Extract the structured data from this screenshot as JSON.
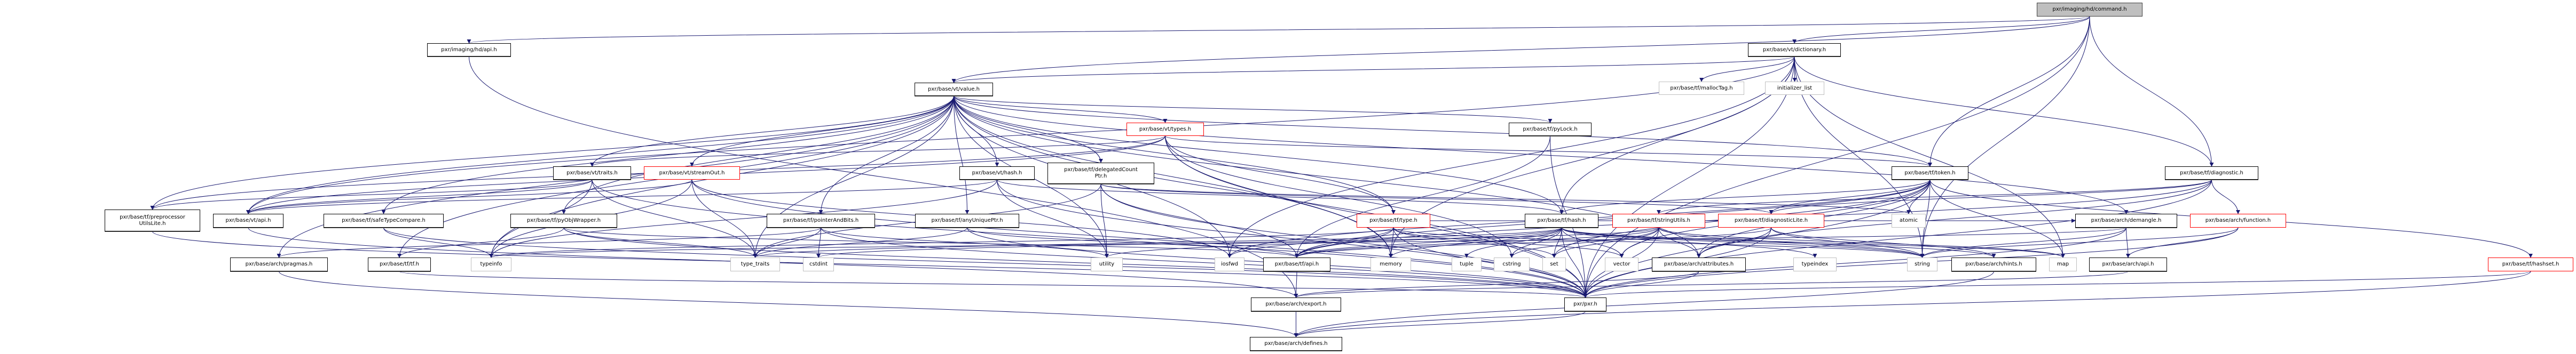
{
  "graph": {
    "title": "pxr/imaging/hd/command.h",
    "edge_color": "#191970",
    "node_styles": {
      "main": {
        "fill": "#bfbfbf",
        "border": "#404040"
      },
      "documented": {
        "fill": "#ffffff",
        "border": "#000000"
      },
      "truncated": {
        "fill": "#ffffff",
        "border": "#ff0000"
      },
      "external": {
        "fill": "#ffffff",
        "border": "#bfbfbf"
      }
    },
    "nodes": {
      "command": {
        "label": "pxr/imaging/hd/command.h",
        "kind": "main"
      },
      "hdapi": {
        "label": "pxr/imaging/hd/api.h",
        "kind": "documented"
      },
      "dictionary": {
        "label": "pxr/base/vt/dictionary.h",
        "kind": "documented"
      },
      "value": {
        "label": "pxr/base/vt/value.h",
        "kind": "documented"
      },
      "mallocTag": {
        "label": "pxr/base/tf/mallocTag.h",
        "kind": "external"
      },
      "initializer": {
        "label": "initializer_list",
        "kind": "external"
      },
      "types": {
        "label": "pxr/base/vt/types.h",
        "kind": "truncated"
      },
      "pyLock": {
        "label": "pxr/base/tf/pyLock.h",
        "kind": "documented"
      },
      "traits": {
        "label": "pxr/base/vt/traits.h",
        "kind": "documented"
      },
      "streamOut": {
        "label": "pxr/base/vt/streamOut.h",
        "kind": "truncated"
      },
      "vthash": {
        "label": "pxr/base/vt/hash.h",
        "kind": "documented"
      },
      "delegated": {
        "label": "pxr/base/tf/delegatedCount\nPtr.h",
        "kind": "documented"
      },
      "token": {
        "label": "pxr/base/tf/token.h",
        "kind": "documented"
      },
      "diagnostic": {
        "label": "pxr/base/tf/diagnostic.h",
        "kind": "documented"
      },
      "preproc": {
        "label": "pxr/base/tf/preprocessor\nUtilsLite.h",
        "kind": "documented"
      },
      "vtapi": {
        "label": "pxr/base/vt/api.h",
        "kind": "documented"
      },
      "safeType": {
        "label": "pxr/base/tf/safeTypeCompare.h",
        "kind": "documented"
      },
      "pyObj": {
        "label": "pxr/base/tf/pyObjWrapper.h",
        "kind": "documented"
      },
      "pointerAndBits": {
        "label": "pxr/base/tf/pointerAndBits.h",
        "kind": "documented"
      },
      "anyUnique": {
        "label": "pxr/base/tf/anyUniquePtr.h",
        "kind": "documented"
      },
      "tftype": {
        "label": "pxr/base/tf/type.h",
        "kind": "truncated"
      },
      "tfhash": {
        "label": "pxr/base/tf/hash.h",
        "kind": "documented"
      },
      "stringUtils": {
        "label": "pxr/base/tf/stringUtils.h",
        "kind": "truncated"
      },
      "diagLite": {
        "label": "pxr/base/tf/diagnosticLite.h",
        "kind": "truncated"
      },
      "atomic": {
        "label": "atomic",
        "kind": "external"
      },
      "demangle": {
        "label": "pxr/base/arch/demangle.h",
        "kind": "documented"
      },
      "function": {
        "label": "pxr/base/arch/function.h",
        "kind": "truncated"
      },
      "pragmas": {
        "label": "pxr/base/arch/pragmas.h",
        "kind": "documented"
      },
      "tftf": {
        "label": "pxr/base/tf/tf.h",
        "kind": "documented"
      },
      "typeinfo": {
        "label": "typeinfo",
        "kind": "external"
      },
      "type_traits": {
        "label": "type_traits",
        "kind": "external"
      },
      "cstdint": {
        "label": "cstdint",
        "kind": "external"
      },
      "utility": {
        "label": "utility",
        "kind": "external"
      },
      "iosfwd": {
        "label": "iosfwd",
        "kind": "external"
      },
      "tfapi": {
        "label": "pxr/base/tf/api.h",
        "kind": "documented"
      },
      "memory": {
        "label": "memory",
        "kind": "external"
      },
      "tuple": {
        "label": "tuple",
        "kind": "external"
      },
      "cstring": {
        "label": "cstring",
        "kind": "external"
      },
      "set": {
        "label": "set",
        "kind": "external"
      },
      "vector": {
        "label": "vector",
        "kind": "external"
      },
      "attributes": {
        "label": "pxr/base/arch/attributes.h",
        "kind": "documented"
      },
      "typeindex": {
        "label": "typeindex",
        "kind": "external"
      },
      "string": {
        "label": "string",
        "kind": "external"
      },
      "hints": {
        "label": "pxr/base/arch/hints.h",
        "kind": "documented"
      },
      "map": {
        "label": "map",
        "kind": "external"
      },
      "archapi": {
        "label": "pxr/base/arch/api.h",
        "kind": "documented"
      },
      "hashset": {
        "label": "pxr/base/tf/hashset.h",
        "kind": "truncated"
      },
      "export": {
        "label": "pxr/base/arch/export.h",
        "kind": "documented"
      },
      "pxr": {
        "label": "pxr/pxr.h",
        "kind": "documented"
      },
      "defines": {
        "label": "pxr/base/arch/defines.h",
        "kind": "documented"
      }
    },
    "edges": [
      [
        "command",
        "hdapi"
      ],
      [
        "command",
        "dictionary"
      ],
      [
        "command",
        "value"
      ],
      [
        "command",
        "token"
      ],
      [
        "command",
        "pxr"
      ],
      [
        "command",
        "diagnostic"
      ],
      [
        "command",
        "string"
      ],
      [
        "hdapi",
        "export"
      ],
      [
        "dictionary",
        "value"
      ],
      [
        "dictionary",
        "mallocTag"
      ],
      [
        "dictionary",
        "initializer"
      ],
      [
        "dictionary",
        "vtapi"
      ],
      [
        "dictionary",
        "pxr"
      ],
      [
        "dictionary",
        "iosfwd"
      ],
      [
        "dictionary",
        "map"
      ],
      [
        "dictionary",
        "memory"
      ],
      [
        "dictionary",
        "string"
      ],
      [
        "dictionary",
        "tfhash"
      ],
      [
        "dictionary",
        "diagnostic"
      ],
      [
        "value",
        "types"
      ],
      [
        "value",
        "pyLock"
      ],
      [
        "value",
        "traits"
      ],
      [
        "value",
        "streamOut"
      ],
      [
        "value",
        "vthash"
      ],
      [
        "value",
        "delegated"
      ],
      [
        "value",
        "preproc"
      ],
      [
        "value",
        "vtapi"
      ],
      [
        "value",
        "safeType"
      ],
      [
        "value",
        "pyObj"
      ],
      [
        "value",
        "pointerAndBits"
      ],
      [
        "value",
        "anyUnique"
      ],
      [
        "value",
        "tftype"
      ],
      [
        "value",
        "token"
      ],
      [
        "value",
        "pragmas"
      ],
      [
        "value",
        "tftf"
      ],
      [
        "value",
        "typeinfo"
      ],
      [
        "value",
        "type_traits"
      ],
      [
        "value",
        "iosfwd"
      ],
      [
        "value",
        "pxr"
      ],
      [
        "value",
        "demangle"
      ],
      [
        "value",
        "attributes"
      ],
      [
        "value",
        "memory"
      ],
      [
        "value",
        "utility"
      ],
      [
        "value",
        "tfhash"
      ],
      [
        "types",
        "vtapi"
      ],
      [
        "types",
        "traits"
      ],
      [
        "types",
        "pxr"
      ],
      [
        "types",
        "token"
      ],
      [
        "types",
        "tftype"
      ],
      [
        "types",
        "preproc"
      ],
      [
        "types",
        "memory"
      ],
      [
        "types",
        "cstring"
      ],
      [
        "pyLock",
        "pxr"
      ],
      [
        "pyLock",
        "tfapi"
      ],
      [
        "traits",
        "vtapi"
      ],
      [
        "traits",
        "preproc"
      ],
      [
        "traits",
        "type_traits"
      ],
      [
        "traits",
        "typeinfo"
      ],
      [
        "traits",
        "pxr"
      ],
      [
        "streamOut",
        "vtapi"
      ],
      [
        "streamOut",
        "pxr"
      ],
      [
        "streamOut",
        "typeinfo"
      ],
      [
        "streamOut",
        "iosfwd"
      ],
      [
        "streamOut",
        "type_traits"
      ],
      [
        "vthash",
        "tfhash"
      ],
      [
        "vthash",
        "vtapi"
      ],
      [
        "vthash",
        "pxr"
      ],
      [
        "vthash",
        "typeinfo"
      ],
      [
        "vthash",
        "utility"
      ],
      [
        "delegated",
        "tfapi"
      ],
      [
        "delegated",
        "pxr"
      ],
      [
        "delegated",
        "diagLite"
      ],
      [
        "delegated",
        "utility"
      ],
      [
        "delegated",
        "type_traits"
      ],
      [
        "delegated",
        "atomic"
      ],
      [
        "safeType",
        "typeinfo"
      ],
      [
        "safeType",
        "pxr"
      ],
      [
        "pyObj",
        "tfapi"
      ],
      [
        "pyObj",
        "pxr"
      ],
      [
        "pyObj",
        "tftf"
      ],
      [
        "pyObj",
        "type_traits"
      ],
      [
        "pointerAndBits",
        "type_traits"
      ],
      [
        "pointerAndBits",
        "cstdint"
      ],
      [
        "pointerAndBits",
        "pxr"
      ],
      [
        "pointerAndBits",
        "utility"
      ],
      [
        "pointerAndBits",
        "pragmas"
      ],
      [
        "anyUnique",
        "tfapi"
      ],
      [
        "anyUnique",
        "type_traits"
      ],
      [
        "anyUnique",
        "pxr"
      ],
      [
        "token",
        "tfapi"
      ],
      [
        "token",
        "tfhash"
      ],
      [
        "token",
        "pxr"
      ],
      [
        "token",
        "hashset"
      ],
      [
        "token",
        "iosfwd"
      ],
      [
        "token",
        "string"
      ],
      [
        "token",
        "vector"
      ],
      [
        "token",
        "set"
      ],
      [
        "token",
        "map"
      ],
      [
        "token",
        "attributes"
      ],
      [
        "token",
        "diagLite"
      ],
      [
        "token",
        "atomic"
      ],
      [
        "diagnostic",
        "diagLite"
      ],
      [
        "diagnostic",
        "function"
      ],
      [
        "diagnostic",
        "pxr"
      ],
      [
        "diagnostic",
        "tfapi"
      ],
      [
        "diagnostic",
        "attributes"
      ],
      [
        "diagnostic",
        "stringUtils"
      ],
      [
        "preproc",
        "pxr"
      ],
      [
        "vtapi",
        "export"
      ],
      [
        "tftype",
        "tfapi"
      ],
      [
        "tftype",
        "memory"
      ],
      [
        "tftype",
        "pxr"
      ],
      [
        "tftype",
        "typeinfo"
      ],
      [
        "tftype",
        "set"
      ],
      [
        "tftype",
        "string"
      ],
      [
        "tftype",
        "vector"
      ],
      [
        "tftype",
        "iosfwd"
      ],
      [
        "tftype",
        "demangle"
      ],
      [
        "tftype",
        "cstddef"
      ],
      [
        "tfhash",
        "pxr"
      ],
      [
        "tfhash",
        "tfapi"
      ],
      [
        "tfhash",
        "tuple"
      ],
      [
        "tfhash",
        "cstring"
      ],
      [
        "tfhash",
        "set"
      ],
      [
        "tfhash",
        "vector"
      ],
      [
        "tfhash",
        "string"
      ],
      [
        "tfhash",
        "typeindex"
      ],
      [
        "tfhash",
        "type_traits"
      ],
      [
        "tfhash",
        "utility"
      ],
      [
        "tfhash",
        "memory"
      ],
      [
        "tfhash",
        "map"
      ],
      [
        "tfhash",
        "hints"
      ],
      [
        "stringUtils",
        "pxr"
      ],
      [
        "stringUtils",
        "tfapi"
      ],
      [
        "stringUtils",
        "attributes"
      ],
      [
        "stringUtils",
        "string"
      ],
      [
        "stringUtils",
        "vector"
      ],
      [
        "stringUtils",
        "set"
      ],
      [
        "stringUtils",
        "map"
      ],
      [
        "stringUtils",
        "cstdint"
      ],
      [
        "stringUtils",
        "cstring"
      ],
      [
        "diagLite",
        "pxr"
      ],
      [
        "diagLite",
        "tfapi"
      ],
      [
        "diagLite",
        "attributes"
      ],
      [
        "diagLite",
        "hints"
      ],
      [
        "diagLite",
        "string"
      ],
      [
        "demangle",
        "archapi"
      ],
      [
        "demangle",
        "pxr"
      ],
      [
        "demangle",
        "string"
      ],
      [
        "demangle",
        "typeinfo"
      ],
      [
        "function",
        "archapi"
      ],
      [
        "function",
        "pxr"
      ],
      [
        "function",
        "string"
      ],
      [
        "tfapi",
        "export"
      ],
      [
        "archapi",
        "export"
      ],
      [
        "attributes",
        "pxr"
      ],
      [
        "attributes",
        "export"
      ],
      [
        "hints",
        "defines"
      ],
      [
        "hashset",
        "pxr"
      ],
      [
        "hashset",
        "defines"
      ],
      [
        "export",
        "defines"
      ],
      [
        "pxr",
        "defines"
      ],
      [
        "tftf",
        "pxr"
      ],
      [
        "pragmas",
        "defines"
      ]
    ]
  }
}
